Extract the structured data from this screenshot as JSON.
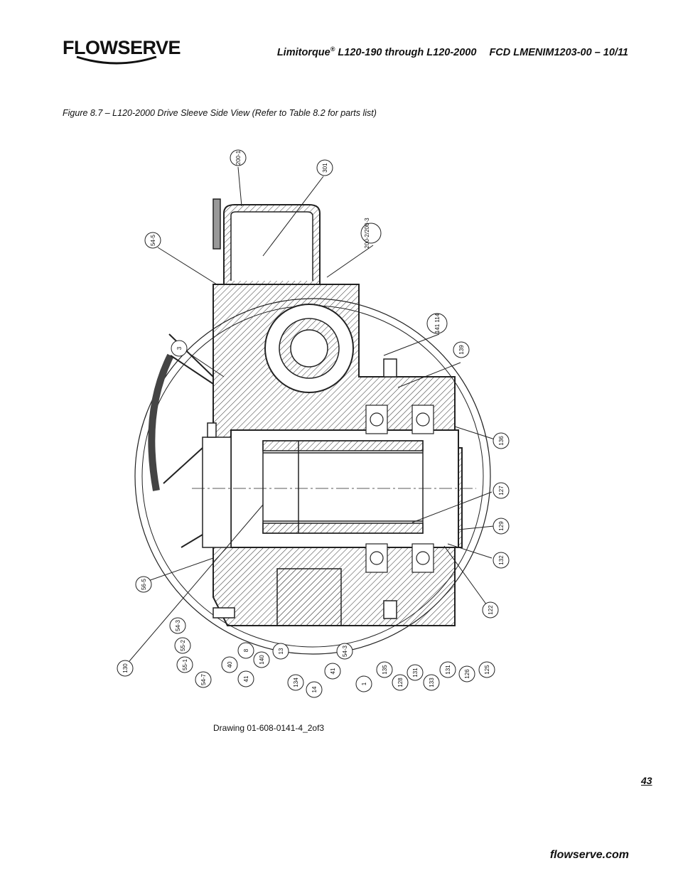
{
  "brand": {
    "logo_text": "FLOWSERVE"
  },
  "header": {
    "product_name": "Limitorque",
    "registered_mark": "®",
    "model_range": " L120-190 through L120-2000",
    "document_code": "FCD LMENIM1203-00 – 10/11"
  },
  "figure": {
    "caption": "Figure 8.7 – L120-2000 Drive Sleeve Side View (Refer to Table 8.2 for parts list)",
    "drawing_number": "Drawing  01-608-0141-4_2of3",
    "callouts": [
      "200-1",
      "301",
      "200-3",
      "200-2",
      "54-5",
      "3",
      "114",
      "141",
      "139",
      "136",
      "127",
      "129",
      "132",
      "122",
      "125",
      "126",
      "131",
      "133",
      "131",
      "128",
      "135",
      "1",
      "54-3",
      "41",
      "14",
      "134",
      "13",
      "140",
      "8",
      "41",
      "40",
      "54-7",
      "55-1",
      "55-2",
      "54-3",
      "56-5",
      "130"
    ]
  },
  "footer": {
    "page_number": "43",
    "website": "flowserve.com"
  }
}
